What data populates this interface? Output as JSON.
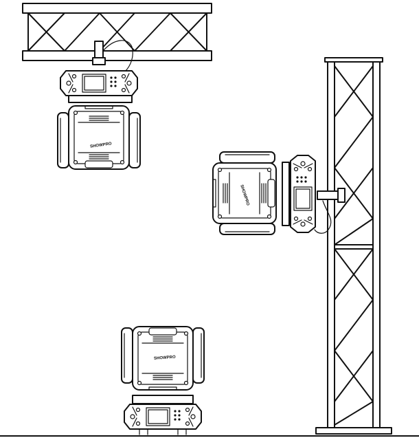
{
  "figure": {
    "brand_label": "SHOWPRO",
    "colors": {
      "line": "#111111",
      "background": "#ffffff"
    },
    "views": [
      {
        "name": "hanging",
        "mount": "horizontal-truss-above"
      },
      {
        "name": "wall-mounted",
        "mount": "vertical-truss-side"
      },
      {
        "name": "floor-standing",
        "mount": "floor"
      }
    ]
  }
}
